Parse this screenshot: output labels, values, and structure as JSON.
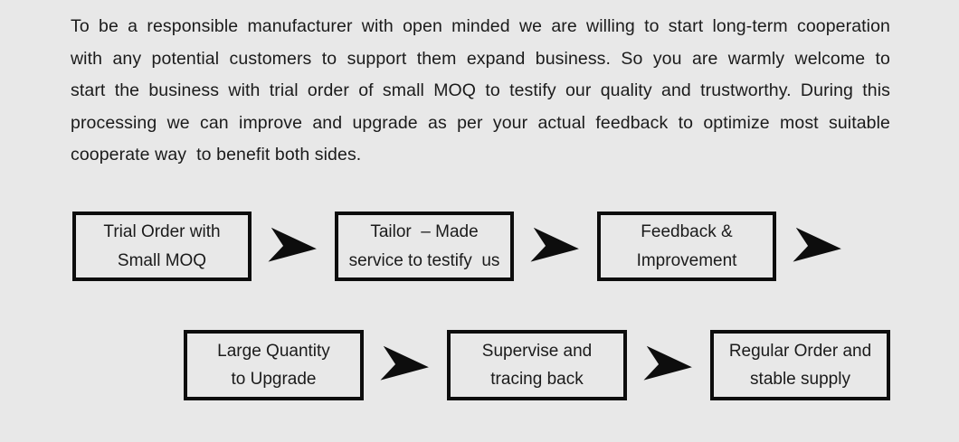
{
  "intro": {
    "lines": [
      "To be a responsible manufacturer with open minded we are willing to start long-term cooperation",
      "with any potential customers to support them expand business. So you are warmly welcome to",
      "start the business with trial order of small MOQ to testify our quality and trustworthy. During this",
      "processing we can improve and upgrade as per your actual feedback to optimize most suitable",
      "cooperate way  to benefit both sides."
    ]
  },
  "flowchart": {
    "arrow_icon": "right-dart-arrow",
    "rows": [
      {
        "name": "row-1",
        "trailing_arrow": true,
        "steps": [
          {
            "id": "trial-order-small-moq",
            "lines": [
              "Trial Order with",
              "Small MOQ"
            ]
          },
          {
            "id": "tailor-made-service",
            "lines": [
              "Tailor  – Made",
              "service to testify  us"
            ]
          },
          {
            "id": "feedback-improvement",
            "lines": [
              "Feedback &",
              "Improvement"
            ]
          }
        ]
      },
      {
        "name": "row-2",
        "trailing_arrow": false,
        "steps": [
          {
            "id": "large-quantity-upgrade",
            "lines": [
              "Large Quantity",
              "to Upgrade"
            ]
          },
          {
            "id": "supervise-tracing-back",
            "lines": [
              "Supervise and",
              "tracing back"
            ]
          },
          {
            "id": "regular-order-supply",
            "lines": [
              "Regular Order and",
              "stable supply"
            ]
          }
        ]
      }
    ]
  },
  "colors": {
    "background": "#e8e8e8",
    "text": "#1b1b1b",
    "box_border": "#0d0d0d",
    "arrow": "#0d0d0d"
  }
}
